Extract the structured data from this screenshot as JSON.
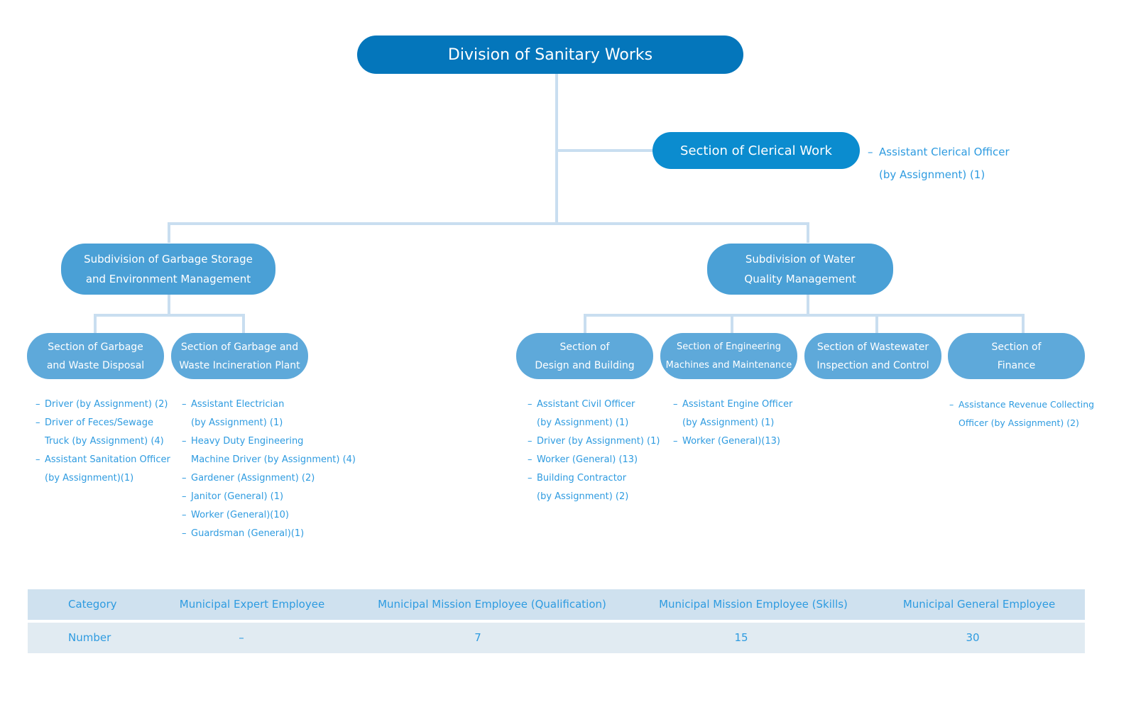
{
  "org_chart": {
    "division": "Division of Sanitary Works",
    "clerical": {
      "label": "Section of Clerical Work",
      "staff": [
        "Assistant Clerical Officer\n(by Assignment) (1)"
      ]
    },
    "subdivisions": [
      {
        "label": "Subdivision of Garbage Storage\nand Environment Management",
        "sections": [
          {
            "label": "Section of Garbage\nand Waste Disposal",
            "staff": [
              "Driver (by Assignment) (2)",
              "Driver of Feces/Sewage\nTruck (by Assignment) (4)",
              "Assistant Sanitation Officer\n(by Assignment)(1)"
            ]
          },
          {
            "label": "Section of Garbage and\nWaste Incineration Plant",
            "staff": [
              "Assistant Electrician\n(by Assignment) (1)",
              "Heavy Duty Engineering\nMachine Driver (by Assignment) (4)",
              "Gardener (Assignment) (2)",
              "Janitor (General) (1)",
              "Worker (General)(10)",
              "Guardsman (General)(1)"
            ]
          }
        ]
      },
      {
        "label": "Subdivision of Water\nQuality Management",
        "sections": [
          {
            "label": "Section of\nDesign and Building",
            "staff": [
              "Assistant Civil Officer\n(by Assignment) (1)",
              "Driver (by Assignment) (1)",
              "Worker (General) (13)",
              "Building Contractor\n(by Assignment) (2)"
            ]
          },
          {
            "label": "Section of Engineering\nMachines and Maintenance",
            "staff": [
              "Assistant Engine Officer\n(by Assignment) (1)",
              "Worker (General)(13)"
            ]
          },
          {
            "label": "Section of Wastewater\nInspection and Control",
            "staff": []
          },
          {
            "label": "Section of\nFinance",
            "staff": [
              "Assistance Revenue Collecting\nOfficer (by Assignment) (2)"
            ]
          }
        ]
      }
    ]
  },
  "summary_table": {
    "headers": [
      "Category",
      "Municipal Expert Employee",
      "Municipal Mission Employee (Qualification)",
      "Municipal Mission Employee (Skills)",
      "Municipal General Employee"
    ],
    "values": [
      "Number",
      "–",
      "7",
      "15",
      "30"
    ]
  },
  "colors": {
    "division_box": "#0476bb",
    "clerical_box": "#0b8ccf",
    "subdivision_box": "#4aa0d6",
    "section_box": "#5ea9da",
    "connector": "#c9def0",
    "staff_text": "#2e9be0",
    "table_header_bg": "#cfe1ef",
    "table_row_bg": "#e1ebf2"
  }
}
